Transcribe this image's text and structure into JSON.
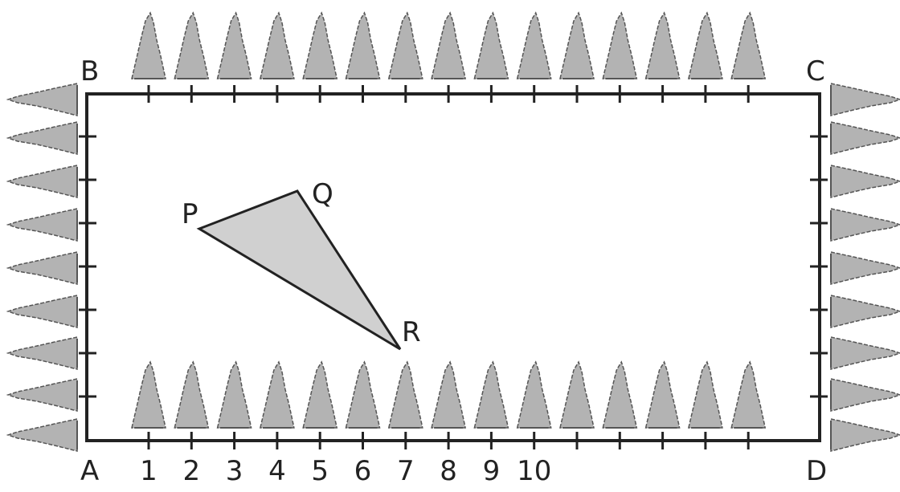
{
  "corners": {
    "a": "A",
    "b": "B",
    "c": "C",
    "d": "D"
  },
  "triangle": {
    "p": "P",
    "q": "Q",
    "r": "R"
  },
  "bottom_numbers": [
    "1",
    "2",
    "3",
    "4",
    "5",
    "6",
    "7",
    "8",
    "9",
    "10"
  ],
  "colors": {
    "line": "#222222",
    "triangle_fill": "#d0d0d0",
    "tree_fill": "#b3b3b3",
    "tree_edge": "#555555"
  }
}
